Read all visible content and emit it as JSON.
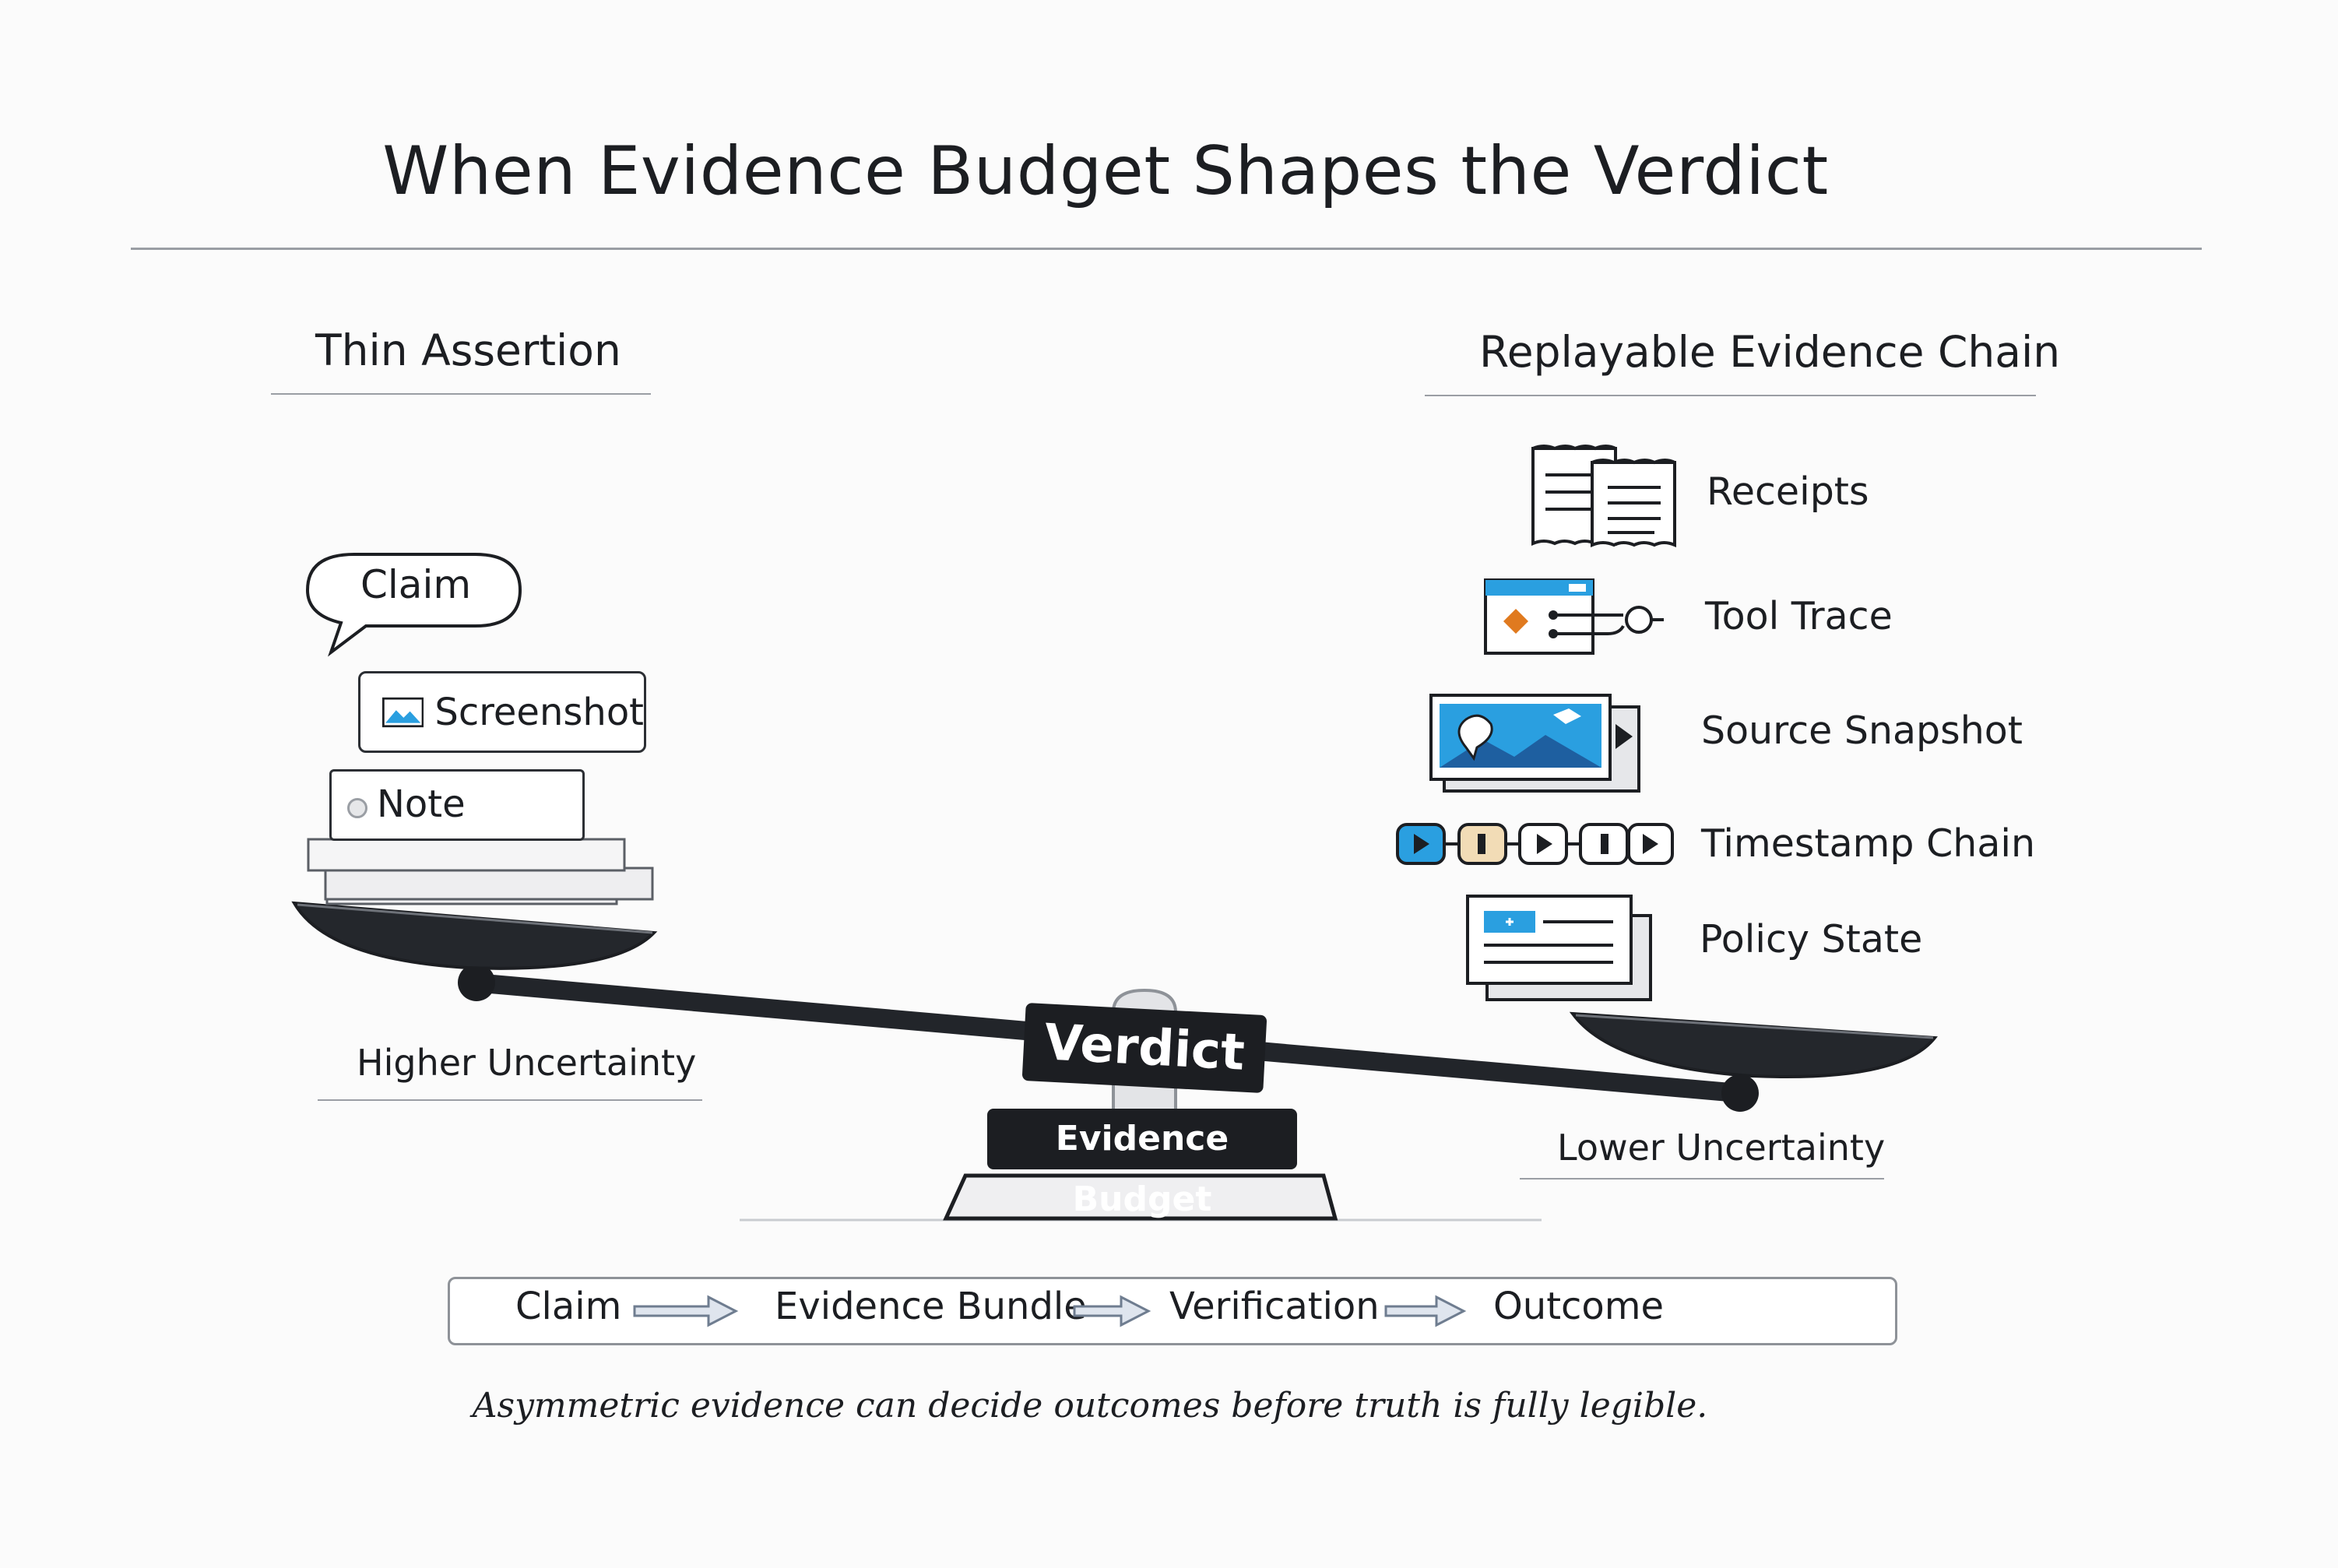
{
  "title": "When Evidence Budget Shapes the Verdict",
  "left": {
    "heading": "Thin Assertion",
    "items": {
      "claim": "Claim",
      "screenshot": "Screenshot",
      "note": "Note"
    },
    "uncertainty": "Higher Uncertainty"
  },
  "right": {
    "heading": "Replayable Evidence Chain",
    "items": [
      "Receipts",
      "Tool Trace",
      "Source Snapshot",
      "Timestamp Chain",
      "Policy State"
    ],
    "icons": [
      "receipts-icon",
      "tool-trace-icon",
      "source-snapshot-icon",
      "timestamp-chain-icon",
      "policy-state-icon"
    ],
    "uncertainty": "Lower Uncertainty"
  },
  "scale": {
    "verdict_label": "Verdict",
    "base_label": "Evidence Budget"
  },
  "flow": {
    "steps": [
      "Claim",
      "Evidence Bundle",
      "Verification",
      "Outcome"
    ]
  },
  "caption": "Asymmetric evidence can decide outcomes before truth is fully legible.",
  "colors": {
    "ink": "#1c1e22",
    "accent_blue": "#2a9fe0",
    "accent_orange": "#e07a1f",
    "arrow_gray": "#9aa9bb",
    "rule_gray": "#9a9ea4"
  }
}
